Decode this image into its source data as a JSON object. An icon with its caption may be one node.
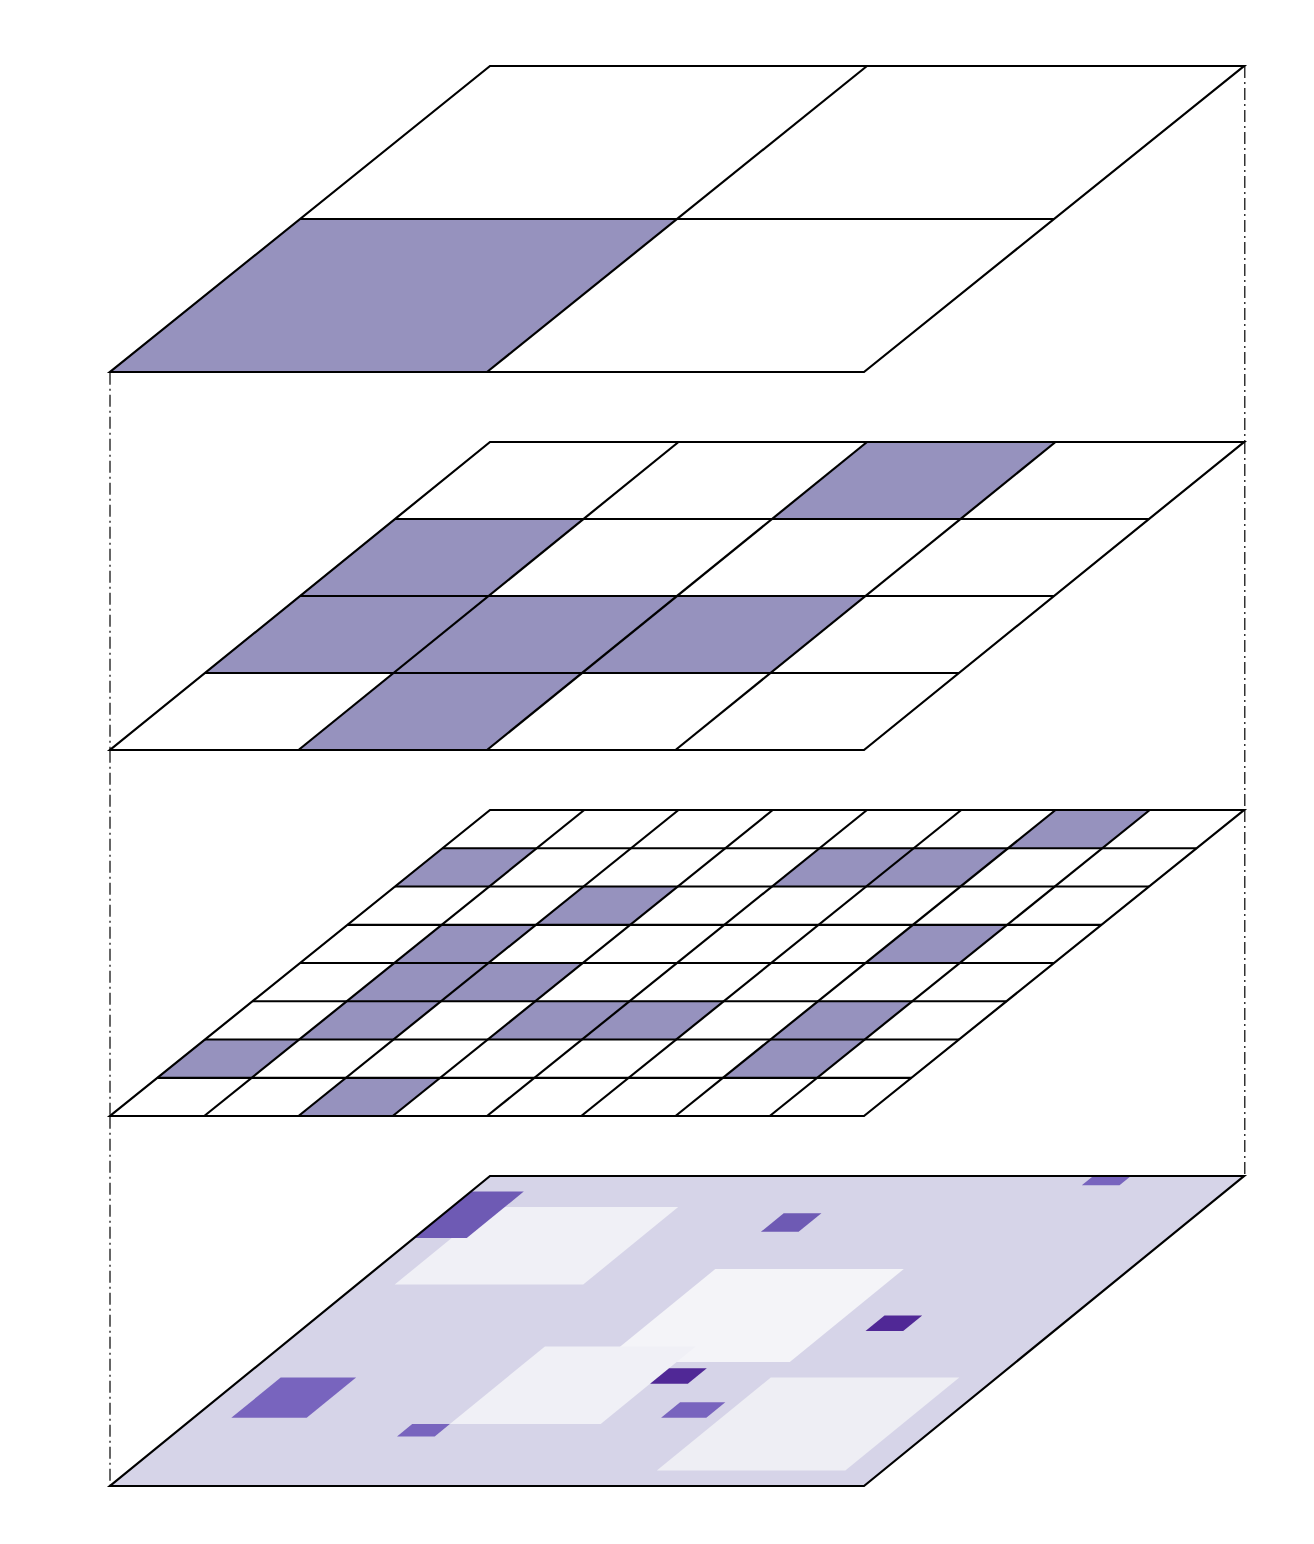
{
  "diagram": {
    "nodes": [
      {
        "text": [],
        "shape": "grid"
      },
      {
        "text": [],
        "shape": "grid"
      },
      {
        "text": [],
        "shape": "grid"
      },
      {
        "text": [],
        "shape": "picture"
      }
    ],
    "edges": [
      {
        "from": 0,
        "to": 1,
        "arrow": "none",
        "style": "dashed"
      },
      {
        "from": 1,
        "to": 2,
        "arrow": "none",
        "style": "dashed"
      },
      {
        "from": 2,
        "to": 3,
        "arrow": "none",
        "style": "dashed"
      },
      {
        "from": 0,
        "to": 1,
        "arrow": "none",
        "style": "dashed"
      },
      {
        "from": 1,
        "to": 2,
        "arrow": "none",
        "style": "dashed"
      },
      {
        "from": 2,
        "to": 3,
        "arrow": "none",
        "style": "dashed"
      }
    ]
  }
}
